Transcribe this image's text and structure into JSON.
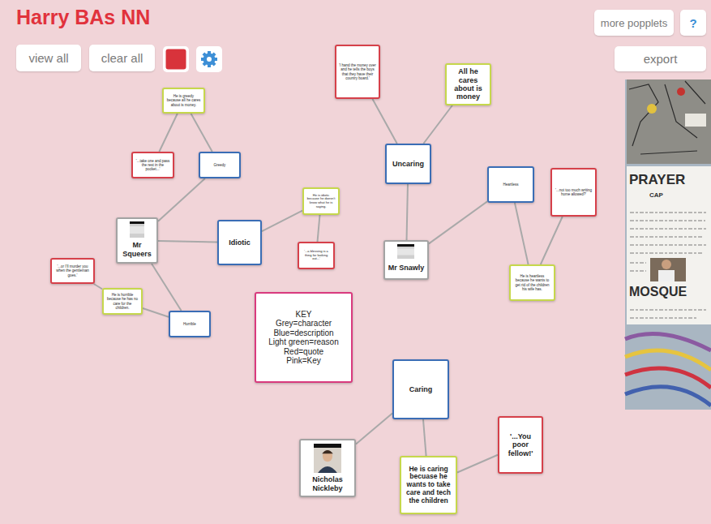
{
  "diagram": {
    "title": "Harry BAs NN",
    "nodes": [
      {
        "text": [
          "'I hand the money over and he tells the boys that they have their country board.'"
        ]
      },
      {
        "text": [
          "All he cares about is money"
        ]
      },
      {
        "text": [
          "He is greedy because all he cares about is money."
        ]
      },
      {
        "text": [
          "Uncaring"
        ]
      },
      {
        "text": [
          "'...take one and pass the rest in the pocket...'"
        ]
      },
      {
        "text": [
          "Greedy"
        ]
      },
      {
        "text": [
          "Heartless"
        ]
      },
      {
        "text": [
          "'...not too much writing home allowed?'"
        ]
      },
      {
        "text": [
          "He is idiotic because he doesn't know what he is saying."
        ]
      },
      {
        "text": [
          "Mr Squeers"
        ]
      },
      {
        "text": [
          "Idiotic"
        ]
      },
      {
        "text": [
          "Mr Snawly"
        ]
      },
      {
        "text": [
          "'...a blessing is a thing for looking out...'"
        ]
      },
      {
        "text": [
          "'...or I'll murder you when the gentleman goes.'"
        ]
      },
      {
        "text": [
          "He is heartless because he wants to get rid of the children his wife has."
        ]
      },
      {
        "text": [
          "He is horrible because he has no care for the children."
        ]
      },
      {
        "text": [
          "KEY",
          "Grey=character",
          "Blue=description",
          "Light green=reason",
          "Red=quote",
          "Pink=Key"
        ]
      },
      {
        "text": [
          "Horrible"
        ]
      },
      {
        "text": [
          "Caring"
        ]
      },
      {
        "text": [
          "'...You poor fellow!'"
        ]
      },
      {
        "text": [
          "Nicholas Nickleby"
        ]
      },
      {
        "text": [
          "He is caring becuase he wants to take care and tech the children"
        ]
      }
    ],
    "edges": [
      {
        "from": 9,
        "to": 5,
        "arrow": "none"
      },
      {
        "from": 5,
        "to": 2,
        "arrow": "none"
      },
      {
        "from": 2,
        "to": 4,
        "arrow": "none"
      },
      {
        "from": 9,
        "to": 10,
        "arrow": "none"
      },
      {
        "from": 10,
        "to": 8,
        "arrow": "none"
      },
      {
        "from": 8,
        "to": 12,
        "arrow": "none"
      },
      {
        "from": 9,
        "to": 17,
        "arrow": "none"
      },
      {
        "from": 17,
        "to": 15,
        "arrow": "none"
      },
      {
        "from": 15,
        "to": 13,
        "arrow": "none"
      },
      {
        "from": 11,
        "to": 3,
        "arrow": "none"
      },
      {
        "from": 3,
        "to": 0,
        "arrow": "none"
      },
      {
        "from": 3,
        "to": 1,
        "arrow": "none"
      },
      {
        "from": 11,
        "to": 6,
        "arrow": "none"
      },
      {
        "from": 6,
        "to": 14,
        "arrow": "none"
      },
      {
        "from": 14,
        "to": 7,
        "arrow": "none"
      },
      {
        "from": 20,
        "to": 18,
        "arrow": "none"
      },
      {
        "from": 18,
        "to": 21,
        "arrow": "none"
      },
      {
        "from": 21,
        "to": 19,
        "arrow": "none"
      }
    ],
    "labels": [
      "view all",
      "clear all",
      "more popplets",
      "?",
      "export",
      "PRAYER",
      "CAP",
      "MOSQUE"
    ]
  }
}
